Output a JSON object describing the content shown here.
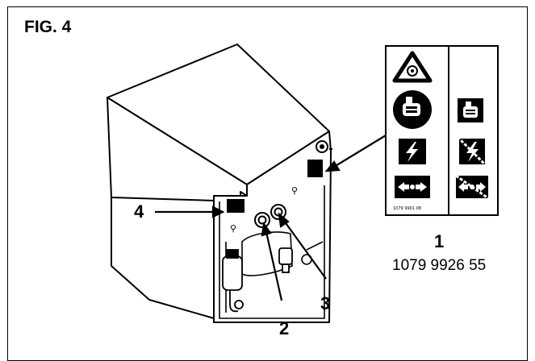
{
  "figure": {
    "title": "FIG. 4"
  },
  "callouts": {
    "c1": "1",
    "c2": "2",
    "c3": "3",
    "c4": "4"
  },
  "part": {
    "number": "1079 9926 55"
  },
  "decal": {
    "small_code": "1079 9901 08"
  }
}
